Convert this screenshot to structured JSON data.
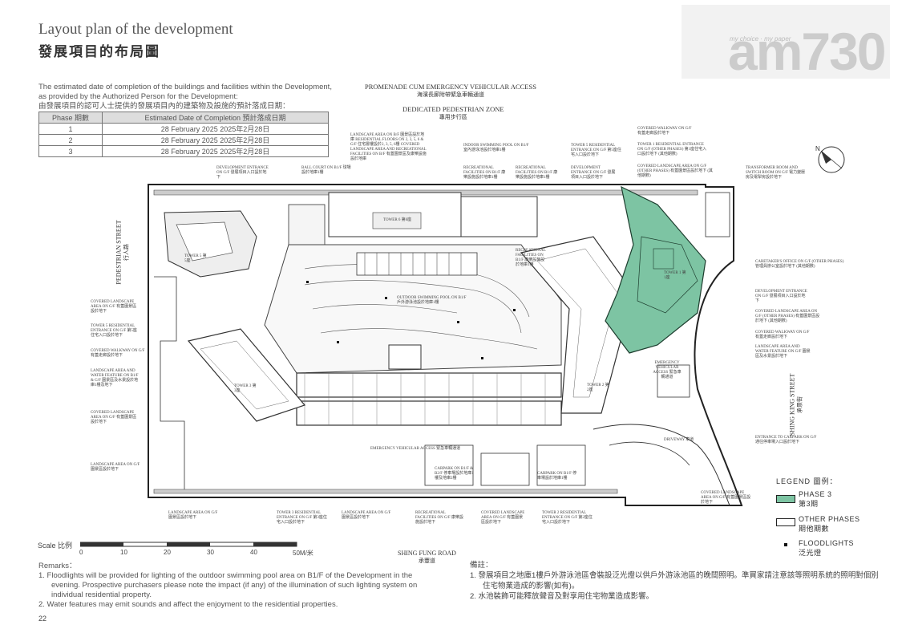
{
  "header": {
    "title_en": "Layout plan of the development",
    "title_zh": "發展項目的布局圖"
  },
  "watermark": {
    "small": "my choice · my paper",
    "big": "am730"
  },
  "intro": {
    "text_en": "The estimated date of completion of the buildings and facilities within the Development, as provided by the Authorized Person for the Development:",
    "text_zh": "由發展項目的認可人士提供的發展項目內的建築物及設施的預計落成日期："
  },
  "phase_table": {
    "headers": [
      "Phase 期數",
      "Estimated Date of Completion 預計落成日期"
    ],
    "rows": [
      [
        "1",
        "28 February 2025 2025年2月28日"
      ],
      [
        "2",
        "28 February 2025 2025年2月28日"
      ],
      [
        "3",
        "28 February 2025 2025年2月28日"
      ]
    ]
  },
  "roads": {
    "promenade_en": "PROMENADE CUM EMERGENCY VEHICULAR ACCESS",
    "promenade_zh": "海濱長廊附帶緊急車輛通道",
    "ped_zone_en": "DEDICATED PEDESTRIAN ZONE",
    "ped_zone_zh": "專用步行區",
    "ped_street_en": "PEDESTRIAN STREET",
    "ped_street_zh": "行人路",
    "shing_king_en": "SHING KING STREET",
    "shing_king_zh": "承景街",
    "shing_fung_en": "SHING FUNG ROAD",
    "shing_fung_zh": "承豐道"
  },
  "plan_labels": [
    "LANDSCAPE AREA ON B/F 園景區設於地庫 RESIDENTIAL FLOORS ON 2, 3, 5, 6 & G/F 住宅層樓設於2, 3, 5, 6樓 COVERED LANDSCAPE AREA AND RECREATIONAL FACILITIES ON B/F 有蓋園景區及康樂設施設於地庫",
    "INDOOR SWIMMING POOL ON B1/F 室內游泳池設於地庫1樓",
    "TOWER 5 RESIDENTIAL ENTRANCE ON G/F 第5座住宅入口設於地下",
    "DEVELOPMENT ENTRANCE ON G/F 發展項目入口設於地下",
    "COVERED WALKWAY ON G/F 有蓋走廊設於地下",
    "TOWER 1 RESIDENTIAL ENTRANCE ON G/F (OTHER PHASES) 第1座住宅入口設於地下 (其他期數)",
    "COVERED LANDSCAPE AREA ON G/F (OTHER PHASES) 有蓋園景區設於地下 (其他期數)",
    "TRANSFORMER ROOM AND SWITCH ROOM ON G/F 電力變壓房及電掣房設於地下",
    "DEVELOPMENT ENTRANCE ON G/F 發展項目入口設於地下",
    "BALL COURT ON B1/F 球場設於地庫1樓",
    "RECREATIONAL FACILITIES ON B1/F 康樂設施設於地庫1樓",
    "RECREATIONAL FACILITIES ON B1/F 康樂設施設於地庫1樓",
    "CARETAKER'S OFFICE ON G/F (OTHER PHASES) 管理員辦公室設於地下 (其他期數)",
    "DEVELOPMENT ENTRANCE ON G/F 發展項目入口設於地下",
    "COVERED LANDSCAPE AREA ON G/F (OTHER PHASES) 有蓋園景區設於地下 (其他期數)",
    "COVERED WALKWAY ON G/F 有蓋走廊設於地下",
    "LANDSCAPE AREA AND WATER FEATURE ON G/F 園景區及水景設於地下",
    "ENTRANCE TO CARPARK ON G/F 通往停車場入口設於地下",
    "COVERED LANDSCAPE AREA ON G/F 有蓋園景區設於地下",
    "LANDSCAPE AREA ON G/F 園景區設於地下",
    "TOWER 3 RESIDENTIAL ENTRANCE ON G/F 第3座住宅入口設於地下",
    "LANDSCAPE AREA ON G/F 園景區設於地下",
    "RECREATIONAL FACILITIES ON G/F 康樂設施設於地下",
    "COVERED LANDSCAPE AREA ON G/F 有蓋園景區設於地下",
    "TOWER 2 RESIDENTIAL ENTRANCE ON G/F 第2座住宅入口設於地下",
    "COVERED LANDSCAPE AREA ON G/F 有蓋園景區設於地下",
    "TOWER 5 RESIDENTIAL ENTRANCE ON G/F 第5座住宅入口設於地下",
    "COVERED WALKWAY ON G/F 有蓋走廊設於地下",
    "LANDSCAPE AREA AND WATER FEATURE ON B1/F & G/F 園景區及水景設於地庫1樓及地下",
    "COVERED LANDSCAPE AREA ON G/F 有蓋園景區設於地下",
    "LANDSCAPE AREA ON G/F 園景區設於地下"
  ],
  "plan_inner": {
    "tower1": "TOWER 1 第1座",
    "tower2": "TOWER 2 第2座",
    "tower3": "TOWER 3 第3座",
    "tower5": "TOWER 5 第5座",
    "tower6": "TOWER 6 第6座",
    "pool": "OUTDOOR SWIMMING POOL ON B1/F 戶外游泳池設於地庫1樓",
    "eva_bottom": "EMERGENCY VEHICULAR ACCESS 緊急車輛通道",
    "eva": "EMERGENCY VEHICULAR ACCESS 緊急車輛通道",
    "driveway": "DRIVEWAY 車道",
    "carpark1": "CARPARK ON B1/F & B2/F 停車場設於地庫1樓及地庫2樓",
    "carpark2": "CARPARK ON B1/F 停車場設於地庫1樓",
    "recreational": "RECREATIONAL FACILITIES ON B1/F 康樂設施設於地庫1樓"
  },
  "legend": {
    "title": "LEGEND 圖例：",
    "items": [
      {
        "en": "PHASE 3",
        "zh": "第3期",
        "color": "#7dc4a3"
      },
      {
        "en": "OTHER PHASES",
        "zh": "期他期數",
        "color": "#ffffff"
      },
      {
        "en": "FLOODLIGHTS",
        "zh": "泛光燈",
        "color": "#111111"
      }
    ]
  },
  "scale": {
    "label": "Scale 比例",
    "ticks": [
      "0",
      "10",
      "20",
      "30",
      "40",
      "50M/米"
    ]
  },
  "remarks": {
    "title": "Remarks：",
    "items": [
      "1.  Floodlights will be provided for lighting of the outdoor swimming pool area on B1/F of the Development in the evening. Prospective purchasers please note the impact (if any) of the illumination of such lighting system on individual residential property.",
      "2.  Water features may emit sounds and affect the enjoyment to the residential properties."
    ]
  },
  "notes_zh": {
    "title": "備註：",
    "items": [
      "1.  發展項目之地庫1樓戶外游泳池區會裝設泛光燈以供戶外游泳池區的晚間照明。準買家請注意該等照明系統的照明對個別住宅物業造成的影響(如有)。",
      "2.  水池裝飾可能釋放聲音及對享用住宅物業造成影響。"
    ]
  },
  "page_number": "22"
}
